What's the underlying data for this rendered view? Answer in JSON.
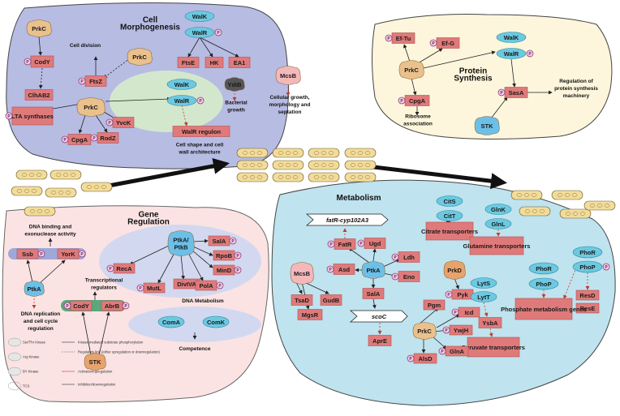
{
  "panels": {
    "cell_morphogenesis": {
      "title": [
        "Cell",
        "Morphogenesis"
      ],
      "nodes": [
        "PrkC",
        "CodY",
        "FtsZ",
        "PrkC",
        "ClhAB2",
        "LTA synthases",
        "PrkC",
        "CpgA",
        "RodZ",
        "YvcK",
        "WalK",
        "WalR",
        "FtsE",
        "HK",
        "EA1",
        "YdiB",
        "McsB",
        "WalK",
        "WalR",
        "WalR regulon"
      ],
      "notes": {
        "cell_division": "Cell division",
        "bacterial_growth": "Bacterial growth",
        "cellular_growth": "Cellular growth, morphology and septation",
        "cell_shape": "Cell shape and cell wall architecture"
      }
    },
    "protein_synthesis": {
      "title": [
        "Protein",
        "Synthesis"
      ],
      "nodes": [
        "Ef-Tu",
        "Ef-G",
        "PrkC",
        "CpgA",
        "WalK",
        "WalR",
        "SasA",
        "STK"
      ],
      "notes": {
        "ribosome": "Ribosome association",
        "regulation": "Regulation of protein synthesis machinery"
      }
    },
    "gene_regulation": {
      "title": [
        "Gene",
        "Regulation"
      ],
      "nodes": [
        "Ssb",
        "YorK",
        "PtkA",
        "CodY",
        "AbrB",
        "STK",
        "PtkA/ PtkB",
        "SalA",
        "RpoB",
        "MinD",
        "RecA",
        "MutL",
        "DivIVA",
        "PolA",
        "ComA",
        "ComK"
      ],
      "notes": {
        "dna_binding": "DNA binding and exonuclease activity",
        "transcriptional": "Transcriptional regulators",
        "dna_replication": "DNA replication and cell cycle regulation",
        "dna_metabolism": "DNA Metabolism",
        "competence": "Competence"
      }
    },
    "metabolism": {
      "title": "Metabolism",
      "nodes": [
        "fatR-cyp102A3",
        "FatR",
        "Ugd",
        "PtkA",
        "Ldh",
        "Asd",
        "Eno",
        "McsB",
        "TsaD",
        "GudB",
        "MgsR",
        "SalA",
        "scoC",
        "AprE",
        "CitS",
        "CitT",
        "Citrate transporters",
        "GlnK",
        "GlnL",
        "Glutamine transporters",
        "PrkD",
        "Pyk",
        "Pgm",
        "LytS",
        "LytT",
        "YsbA",
        "Pyruvate transporters",
        "Icd",
        "PrkC",
        "YwjH",
        "AlsD",
        "GlnA",
        "PhoR",
        "PhoP",
        "PhoR",
        "PhoP",
        "ResD",
        "ResE",
        "Phosphate metabolism genes"
      ]
    }
  },
  "legend": [
    "Ser/Thr Kinase",
    "Arg Kinase",
    "BY Kinase",
    "TCS",
    "Kinase mediated substrate phosphorylation",
    "Regulatory link (either upregulation or downregulation)",
    "Activation/upregulation",
    "Inhibition/downregulation"
  ],
  "phospho_mark": "P",
  "colors": {
    "morph": "#b7bce3",
    "gene": "#fbe3e3",
    "protein": "#fdf6dc",
    "metab": "#bfe3ef",
    "protein_box": "#e07a7a",
    "kinase": "#eac08c",
    "tcs": "#6cc9e0",
    "bacteria": "#f3dc9a"
  }
}
